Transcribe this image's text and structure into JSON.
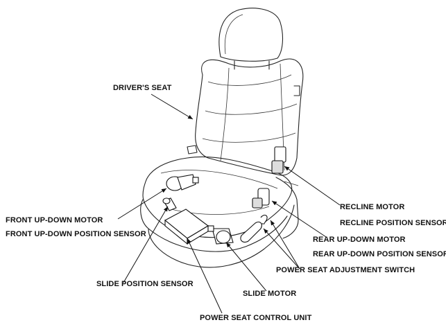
{
  "labels": {
    "drivers_seat": "DRIVER'S SEAT",
    "front_up_down_motor": "FRONT UP-DOWN MOTOR",
    "front_up_down_position_sensor": "FRONT UP-DOWN POSITION SENSOR",
    "slide_position_sensor": "SLIDE POSITION SENSOR",
    "slide_motor": "SLIDE MOTOR",
    "power_seat_control_unit": "POWER SEAT CONTROL UNIT",
    "recline_motor": "RECLINE MOTOR",
    "recline_position_sensor": "RECLINE POSITION SENSOR",
    "rear_up_down_motor": "REAR UP-DOWN MOTOR",
    "rear_up_down_position_sensor": "REAR UP-DOWN POSITION SENSOR",
    "power_seat_adjustment_switch": "POWER SEAT ADJUSTMENT SWITCH"
  }
}
